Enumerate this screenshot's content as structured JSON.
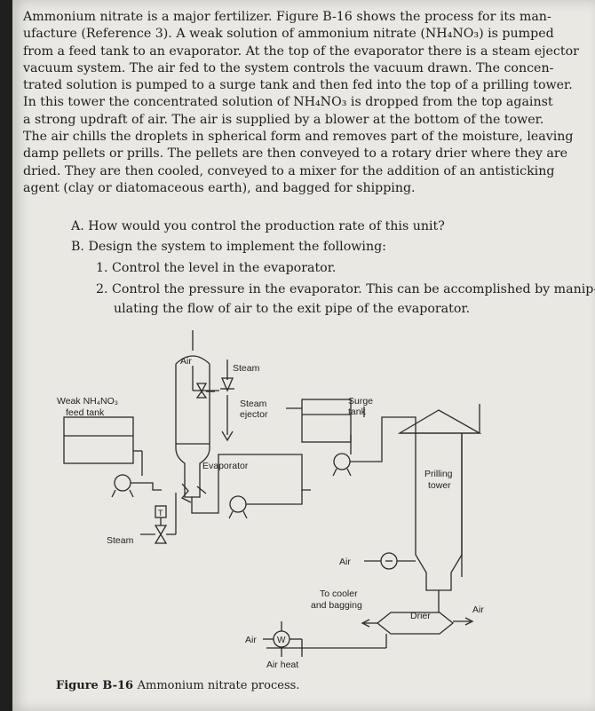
{
  "paragraph": [
    "Ammonium nitrate is a major fertilizer. Figure B-16 shows the process for its man-",
    "ufacture (Reference 3). A weak solution of ammonium nitrate (NH₄NO₃) is pumped",
    "from a feed tank to an evaporator. At the top of the evaporator there is a steam ejector",
    "vacuum system. The air fed to the system controls the vacuum drawn. The concen-",
    "trated solution is pumped to a surge tank and then fed into the top of a prilling tower.",
    "In this tower the concentrated solution of NH₄NO₃ is dropped from the top against",
    "a strong updraft of air. The air is supplied by a blower at the bottom of the tower.",
    "The air chills the droplets in spherical form and removes part of the moisture, leaving",
    "damp pellets or prills. The pellets are then conveyed to a rotary drier where they are",
    "dried. They are then cooled, conveyed to a mixer for the addition of an antisticking",
    "agent (clay or diatomaceous earth), and bagged for shipping."
  ],
  "questions": {
    "a": "A. How would you control the production rate of this unit?",
    "b": "B. Design the system to implement the following:",
    "b1": "1. Control the level in the evaporator.",
    "b2_line1": "2. Control the pressure in the evaporator. This can be accomplished by manip-",
    "b2_line2": "ulating the flow of air to the exit pipe of the evaporator."
  },
  "figure_labels": {
    "air_top": "Air",
    "steam_top": "Steam",
    "feed_tank_1": "Weak NH₄NO₃",
    "feed_tank_2": "feed tank",
    "steam_ejector_1": "Steam",
    "steam_ejector_2": "ejector",
    "surge_1": "Surge",
    "surge_2": "tank",
    "evaporator": "Evaporator",
    "prilling_1": "Prilling",
    "prilling_2": "tower",
    "temp_tag": "T",
    "steam_bottom": "Steam",
    "air_blower": "Air",
    "cooler_1": "To cooler",
    "cooler_2": "and bagging",
    "drier": "Drier",
    "air_drier_exit": "Air",
    "air_heater_in": "Air",
    "air_heat": "Air heat",
    "heater_symbol": "W"
  },
  "caption": {
    "number": "Figure B-16",
    "text": "Ammonium nitrate process."
  }
}
